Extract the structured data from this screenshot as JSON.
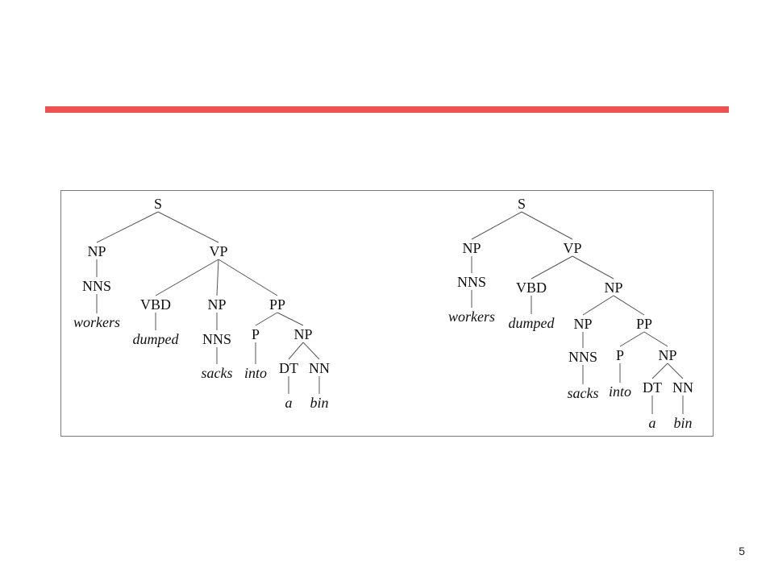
{
  "slide": {
    "accent_color": "#f05050",
    "page_number": "5"
  },
  "trees": {
    "left": {
      "nodes": [
        {
          "id": "S",
          "label": "S"
        },
        {
          "id": "NP1",
          "label": "NP"
        },
        {
          "id": "VP",
          "label": "VP"
        },
        {
          "id": "NNS1",
          "label": "NNS"
        },
        {
          "id": "w_workers",
          "label": "workers",
          "word": true
        },
        {
          "id": "VBD",
          "label": "VBD"
        },
        {
          "id": "NP2",
          "label": "NP"
        },
        {
          "id": "PP",
          "label": "PP"
        },
        {
          "id": "w_dumped",
          "label": "dumped",
          "word": true
        },
        {
          "id": "NNS2",
          "label": "NNS"
        },
        {
          "id": "w_sacks",
          "label": "sacks",
          "word": true
        },
        {
          "id": "P",
          "label": "P"
        },
        {
          "id": "NP3",
          "label": "NP"
        },
        {
          "id": "w_into",
          "label": "into",
          "word": true
        },
        {
          "id": "DT",
          "label": "DT"
        },
        {
          "id": "NN",
          "label": "NN"
        },
        {
          "id": "w_a",
          "label": "a",
          "word": true
        },
        {
          "id": "w_bin",
          "label": "bin",
          "word": true
        }
      ],
      "edges": [
        [
          "S",
          "NP1"
        ],
        [
          "S",
          "VP"
        ],
        [
          "NP1",
          "NNS1"
        ],
        [
          "NNS1",
          "w_workers"
        ],
        [
          "VP",
          "VBD"
        ],
        [
          "VP",
          "NP2"
        ],
        [
          "VP",
          "PP"
        ],
        [
          "VBD",
          "w_dumped"
        ],
        [
          "NP2",
          "NNS2"
        ],
        [
          "NNS2",
          "w_sacks"
        ],
        [
          "PP",
          "P"
        ],
        [
          "PP",
          "NP3"
        ],
        [
          "P",
          "w_into"
        ],
        [
          "NP3",
          "DT"
        ],
        [
          "NP3",
          "NN"
        ],
        [
          "DT",
          "w_a"
        ],
        [
          "NN",
          "w_bin"
        ]
      ]
    },
    "right": {
      "nodes": [
        {
          "id": "S",
          "label": "S"
        },
        {
          "id": "NP1",
          "label": "NP"
        },
        {
          "id": "VP",
          "label": "VP"
        },
        {
          "id": "NNS1",
          "label": "NNS"
        },
        {
          "id": "w_workers",
          "label": "workers",
          "word": true
        },
        {
          "id": "VBD",
          "label": "VBD"
        },
        {
          "id": "NP2",
          "label": "NP"
        },
        {
          "id": "w_dumped",
          "label": "dumped",
          "word": true
        },
        {
          "id": "NP3",
          "label": "NP"
        },
        {
          "id": "PP",
          "label": "PP"
        },
        {
          "id": "NNS2",
          "label": "NNS"
        },
        {
          "id": "w_sacks",
          "label": "sacks",
          "word": true
        },
        {
          "id": "P",
          "label": "P"
        },
        {
          "id": "NP4",
          "label": "NP"
        },
        {
          "id": "w_into",
          "label": "into",
          "word": true
        },
        {
          "id": "DT",
          "label": "DT"
        },
        {
          "id": "NN",
          "label": "NN"
        },
        {
          "id": "w_a",
          "label": "a",
          "word": true
        },
        {
          "id": "w_bin",
          "label": "bin",
          "word": true
        }
      ],
      "edges": [
        [
          "S",
          "NP1"
        ],
        [
          "S",
          "VP"
        ],
        [
          "NP1",
          "NNS1"
        ],
        [
          "NNS1",
          "w_workers"
        ],
        [
          "VP",
          "VBD"
        ],
        [
          "VP",
          "NP2"
        ],
        [
          "VBD",
          "w_dumped"
        ],
        [
          "NP2",
          "NP3"
        ],
        [
          "NP2",
          "PP"
        ],
        [
          "NP3",
          "NNS2"
        ],
        [
          "NNS2",
          "w_sacks"
        ],
        [
          "PP",
          "P"
        ],
        [
          "PP",
          "NP4"
        ],
        [
          "P",
          "w_into"
        ],
        [
          "NP4",
          "DT"
        ],
        [
          "NP4",
          "NN"
        ],
        [
          "DT",
          "w_a"
        ],
        [
          "NN",
          "w_bin"
        ]
      ]
    }
  }
}
